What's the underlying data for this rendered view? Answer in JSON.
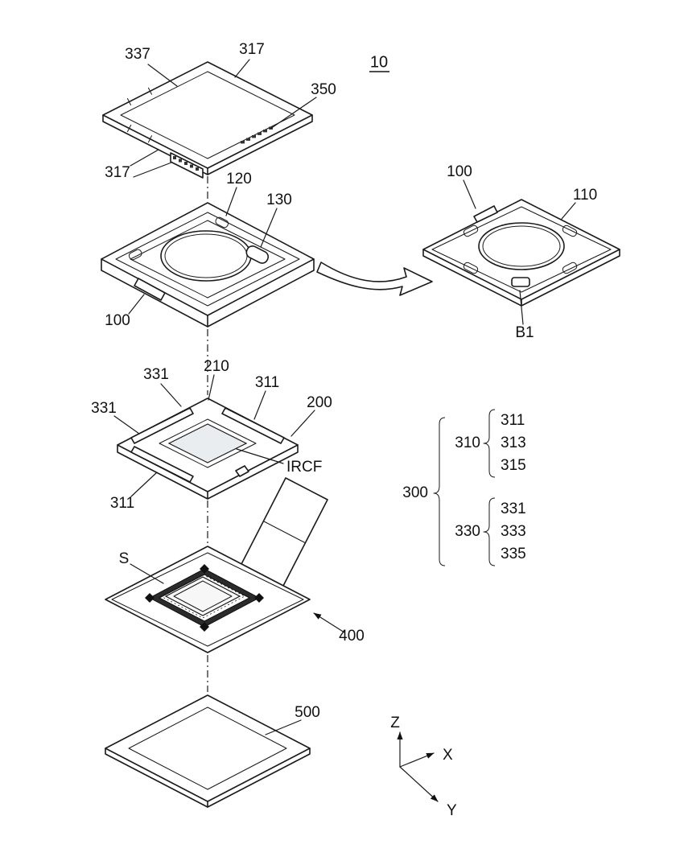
{
  "diagram": {
    "background": "#ffffff",
    "line_color": "#1a1a1a",
    "figure_number": "10",
    "labels": {
      "shield_337": "337",
      "shield_317_top": "317",
      "shield_317_left": "317",
      "shield_350": "350",
      "housing_120": "120",
      "housing_130": "130",
      "housing_100": "100",
      "detached_100": "100",
      "detached_110": "110",
      "detached_B1": "B1",
      "frame_210": "210",
      "frame_331_top": "331",
      "frame_331_left": "331",
      "frame_311_topright": "311",
      "frame_311_bottom": "311",
      "frame_200": "200",
      "frame_IRCF": "IRCF",
      "substrate_S": "S",
      "substrate_400": "400",
      "base_500": "500"
    },
    "axes": {
      "z": "Z",
      "x": "X",
      "y": "Y"
    },
    "reference_tree": {
      "root": "300",
      "groups": [
        {
          "label": "310",
          "items": [
            "311",
            "313",
            "315"
          ]
        },
        {
          "label": "330",
          "items": [
            "331",
            "333",
            "335"
          ]
        }
      ]
    }
  }
}
